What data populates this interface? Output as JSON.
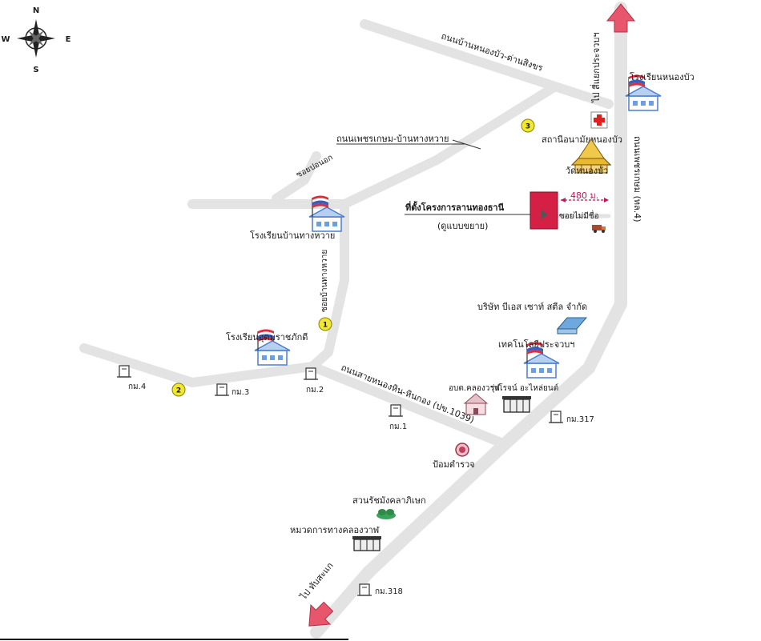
{
  "compass": {
    "n": "N",
    "s": "S",
    "e": "E",
    "w": "W"
  },
  "roads": {
    "nongbua_dansingkhon": "ถนนบ้านหนองบัว-ด่านสิงขร",
    "phetkasem_thanghwai": "ถนนเพชรเกษม-บ้านทางหวาย",
    "soi_ponok": "ซอยปอนอก",
    "soi_thanghwai": "ซอยบ้านทางหวาย",
    "sai_nonghin": "ถนนสายหนองหิน-หินกอง (ปข.1039)",
    "highway4": "ถนนเพชรเกษม (ทล.4)",
    "to_north": "ไป สี่แยกประจวบฯ",
    "to_south": "ไป ทับสะแก"
  },
  "places": {
    "school_nongbua": "โรงเรียนหนองบัว",
    "health_station": "สถานีอนามัยหนองบัว",
    "wat_nongbua": "วัดหนองบัว",
    "project_label": "ที่ตั้งโครงการลานทองธานี",
    "project_sub": "(ดูแบบขยาย)",
    "distance": "480 ม.",
    "soi_unnamed": "ซอยไม่มีชื่อ",
    "school_thanghwai": "โรงเรียนบ้านทางหวาย",
    "school_udom": "โรงเรียนอุดมราชภักดี",
    "bs_south_steel": "บริษัท บีเอส เซาท์ สตีล จำกัด",
    "tech_college": "เทคโนโลยีประจวบฯ",
    "sao_khlongwan": "อบต.คลองวาฬ",
    "rungrot": "รุ่งโรจน์ อะไหล่ยนต์",
    "police_box": "ป้อมตำรวจ",
    "garden": "สวนรัชมังคลาภิเษก",
    "highway_unit": "หมวดการทางคลองวาฬ"
  },
  "km_markers": [
    "กม.4",
    "กม.3",
    "กม.2",
    "กม.1",
    "กม.317",
    "กม.318"
  ],
  "points": [
    "1",
    "2",
    "3"
  ],
  "colors": {
    "road": "#e3e3e3",
    "arrow": "#e8566c",
    "project": "#d42045",
    "distance": "#c0175a",
    "point": "#f2e82c",
    "hospital": "#e02020",
    "flag_red": "#d93040",
    "flag_blue": "#3b5fb8",
    "school_wall": "#4a7fd0"
  }
}
